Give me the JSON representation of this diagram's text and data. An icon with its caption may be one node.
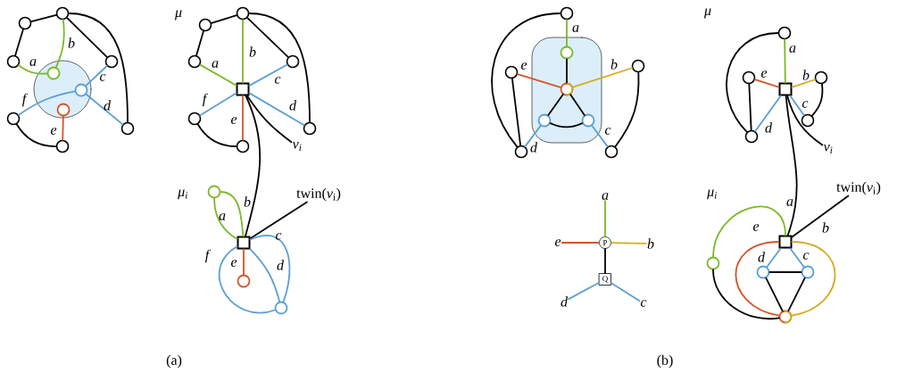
{
  "diagram": {
    "nodes": [
      {
        "text": [],
        "shape": "circle"
      },
      {
        "text": [],
        "shape": "circle"
      },
      {
        "text": [],
        "shape": "circle"
      },
      {
        "text": [],
        "shape": "circle"
      },
      {
        "text": [],
        "shape": "circle"
      },
      {
        "text": [],
        "shape": "circle"
      },
      {
        "text": [],
        "shape": "circle"
      },
      {
        "text": [],
        "shape": "circle"
      },
      {
        "text": [],
        "shape": "circle",
        "in": 0
      },
      {
        "text": [],
        "shape": "circle",
        "in": 0
      },
      {
        "text": [],
        "shape": "circle",
        "in": 0
      },
      {
        "text": [],
        "shape": "circle"
      },
      {
        "text": [],
        "shape": "circle"
      },
      {
        "text": [],
        "shape": "circle"
      },
      {
        "text": [],
        "shape": "circle"
      },
      {
        "text": [],
        "shape": "circle"
      },
      {
        "text": [],
        "shape": "circle"
      },
      {
        "text": [],
        "shape": "circle"
      },
      {
        "text": [],
        "shape": "box"
      },
      {
        "text": [
          "ν$_{i}$"
        ]
      },
      {
        "text": [
          "twin(*ν*$_{i}$)"
        ]
      },
      {
        "text": [],
        "shape": "box"
      },
      {
        "text": [],
        "shape": "circle"
      },
      {
        "text": [],
        "shape": "circle"
      },
      {
        "text": [],
        "shape": "circle"
      },
      {
        "text": [],
        "shape": "box"
      },
      {
        "text": [],
        "shape": "circle"
      },
      {
        "text": [],
        "shape": "circle"
      },
      {
        "text": [],
        "shape": "circle"
      },
      {
        "text": [],
        "shape": "circle"
      },
      {
        "text": [],
        "shape": "circle"
      },
      {
        "text": [],
        "shape": "circle",
        "in": 25
      },
      {
        "text": [],
        "shape": "circle",
        "in": 25
      },
      {
        "text": [],
        "shape": "circle",
        "in": 25
      },
      {
        "text": [],
        "shape": "circle",
        "in": 25
      },
      {
        "text": [
          "a"
        ]
      },
      {
        "text": [
          "e"
        ]
      },
      {
        "text": [
          "P"
        ]
      },
      {
        "text": [
          "b"
        ]
      },
      {
        "text": [
          "Q"
        ]
      },
      {
        "text": [
          "d"
        ]
      },
      {
        "text": [
          "c"
        ]
      },
      {
        "text": [],
        "shape": "circle"
      },
      {
        "text": [],
        "shape": "circle"
      },
      {
        "text": [],
        "shape": "box"
      },
      {
        "text": [],
        "shape": "circle"
      },
      {
        "text": [],
        "shape": "circle"
      },
      {
        "text": [],
        "shape": "circle"
      },
      {
        "text": [
          "ν$_{i}$"
        ]
      },
      {
        "text": [
          "twin(*ν*$_{i}$)"
        ]
      },
      {
        "text": [],
        "shape": "circle"
      },
      {
        "text": [],
        "shape": "box"
      },
      {
        "text": [],
        "shape": "circle"
      },
      {
        "text": [],
        "shape": "circle"
      },
      {
        "text": [],
        "shape": "circle"
      }
    ],
    "edges": [
      {
        "from": 1,
        "to": 2,
        "arrow": "none"
      },
      {
        "from": 2,
        "to": 3,
        "arrow": "none"
      },
      {
        "from": 1,
        "to": 4,
        "arrow": "none"
      },
      {
        "from": 1,
        "to": 7,
        "arrow": "none"
      },
      {
        "from": 5,
        "to": 6,
        "arrow": "none"
      },
      {
        "from": 8,
        "to": 1,
        "arrow": "none",
        "label": "b",
        "color": "#7ab829"
      },
      {
        "from": 3,
        "to": 8,
        "arrow": "none",
        "label": "a",
        "color": "#7ab829"
      },
      {
        "from": 9,
        "to": 4,
        "arrow": "none",
        "label": "c",
        "color": "#5a9fd3"
      },
      {
        "from": 9,
        "to": 7,
        "arrow": "none",
        "label": "d",
        "color": "#5a9fd3"
      },
      {
        "from": 9,
        "to": 5,
        "arrow": "none",
        "label": "f",
        "color": "#5a9fd3"
      },
      {
        "from": 10,
        "to": 6,
        "arrow": "none",
        "label": "e",
        "color": "#d4552a"
      },
      {
        "from": 11,
        "to": 12,
        "arrow": "none"
      },
      {
        "from": 12,
        "to": 13,
        "arrow": "none"
      },
      {
        "from": 11,
        "to": 14,
        "arrow": "none"
      },
      {
        "from": 11,
        "to": 17,
        "arrow": "none"
      },
      {
        "from": 15,
        "to": 16,
        "arrow": "none"
      },
      {
        "from": 18,
        "to": 11,
        "arrow": "none",
        "label": "b",
        "color": "#7ab829"
      },
      {
        "from": 18,
        "to": 13,
        "arrow": "none",
        "label": "a",
        "color": "#7ab829"
      },
      {
        "from": 18,
        "to": 14,
        "arrow": "none",
        "label": "c",
        "color": "#5a9fd3"
      },
      {
        "from": 18,
        "to": 17,
        "arrow": "none",
        "label": "d",
        "color": "#5a9fd3"
      },
      {
        "from": 18,
        "to": 15,
        "arrow": "none",
        "label": "f",
        "color": "#5a9fd3"
      },
      {
        "from": 18,
        "to": 16,
        "arrow": "none",
        "label": "e",
        "color": "#d4552a"
      },
      {
        "from": 18,
        "to": 19,
        "arrow": "none"
      },
      {
        "from": 18,
        "to": 21,
        "arrow": "none"
      },
      {
        "from": 20,
        "to": 21,
        "arrow": "none"
      },
      {
        "from": 21,
        "to": 22,
        "arrow": "none",
        "label": "a",
        "color": "#7ab829"
      },
      {
        "from": 21,
        "to": 22,
        "arrow": "none",
        "label": "b",
        "color": "#7ab829"
      },
      {
        "from": 21,
        "to": 23,
        "arrow": "none",
        "label": "e",
        "color": "#d4552a"
      },
      {
        "from": 21,
        "to": 24,
        "arrow": "none",
        "label": "c",
        "color": "#5a9fd3"
      },
      {
        "from": 21,
        "to": 24,
        "arrow": "none",
        "label": "d",
        "color": "#5a9fd3"
      },
      {
        "from": 21,
        "to": 24,
        "arrow": "none",
        "label": "f",
        "color": "#5a9fd3"
      },
      {
        "from": 26,
        "to": 31,
        "arrow": "none",
        "label": "a",
        "color": "#7ab829"
      },
      {
        "from": 31,
        "to": 32,
        "arrow": "none"
      },
      {
        "from": 32,
        "to": 27,
        "arrow": "none",
        "label": "e",
        "color": "#d4552a"
      },
      {
        "from": 32,
        "to": 28,
        "arrow": "none",
        "label": "b",
        "color": "#d2ac1e"
      },
      {
        "from": 32,
        "to": 33,
        "arrow": "none"
      },
      {
        "from": 32,
        "to": 34,
        "arrow": "none"
      },
      {
        "from": 33,
        "to": 34,
        "arrow": "none"
      },
      {
        "from": 33,
        "to": 29,
        "arrow": "none",
        "label": "d",
        "color": "#5a9fd3"
      },
      {
        "from": 34,
        "to": 30,
        "arrow": "none",
        "label": "c",
        "color": "#5a9fd3"
      },
      {
        "from": 26,
        "to": 29,
        "arrow": "none"
      },
      {
        "from": 27,
        "to": 29,
        "arrow": "none"
      },
      {
        "from": 28,
        "to": 30,
        "arrow": "none"
      },
      {
        "from": 37,
        "to": 35,
        "arrow": "none",
        "color": "#7ab829"
      },
      {
        "from": 37,
        "to": 36,
        "arrow": "none",
        "color": "#d4552a"
      },
      {
        "from": 37,
        "to": 38,
        "arrow": "none",
        "color": "#d2ac1e"
      },
      {
        "from": 37,
        "to": 39,
        "arrow": "none"
      },
      {
        "from": 39,
        "to": 40,
        "arrow": "none",
        "color": "#5a9fd3"
      },
      {
        "from": 39,
        "to": 41,
        "arrow": "none",
        "color": "#5a9fd3"
      },
      {
        "from": 44,
        "to": 42,
        "arrow": "none",
        "label": "a",
        "color": "#7ab829"
      },
      {
        "from": 44,
        "to": 43,
        "arrow": "none",
        "label": "e",
        "color": "#d4552a"
      },
      {
        "from": 44,
        "to": 45,
        "arrow": "none",
        "label": "b",
        "color": "#d2ac1e"
      },
      {
        "from": 44,
        "to": 46,
        "arrow": "none",
        "label": "c",
        "color": "#5a9fd3"
      },
      {
        "from": 44,
        "to": 47,
        "arrow": "none",
        "label": "d",
        "color": "#5a9fd3"
      },
      {
        "from": 42,
        "to": 47,
        "arrow": "none"
      },
      {
        "from": 43,
        "to": 47,
        "arrow": "none"
      },
      {
        "from": 45,
        "to": 46,
        "arrow": "none"
      },
      {
        "from": 44,
        "to": 48,
        "arrow": "none"
      },
      {
        "from": 44,
        "to": 51,
        "arrow": "none"
      },
      {
        "from": 49,
        "to": 51,
        "arrow": "none"
      },
      {
        "from": 51,
        "to": 50,
        "arrow": "none",
        "label": "a",
        "color": "#7ab829"
      },
      {
        "from": 51,
        "to": 54,
        "arrow": "none",
        "label": "e",
        "color": "#d4552a"
      },
      {
        "from": 51,
        "to": 54,
        "arrow": "none",
        "label": "b",
        "color": "#d2ac1e"
      },
      {
        "from": 51,
        "to": 52,
        "arrow": "none",
        "label": "d",
        "color": "#5a9fd3"
      },
      {
        "from": 51,
        "to": 53,
        "arrow": "none",
        "label": "c",
        "color": "#5a9fd3"
      },
      {
        "from": 52,
        "to": 53,
        "arrow": "none"
      },
      {
        "from": 52,
        "to": 54,
        "arrow": "none"
      },
      {
        "from": 53,
        "to": 54,
        "arrow": "none"
      },
      {
        "from": 50,
        "to": 54,
        "arrow": "none"
      }
    ],
    "labels": [
      "μ",
      "μ$_{i}$",
      "(a)",
      "μ",
      "μ$_{i}$",
      "(b)"
    ]
  }
}
